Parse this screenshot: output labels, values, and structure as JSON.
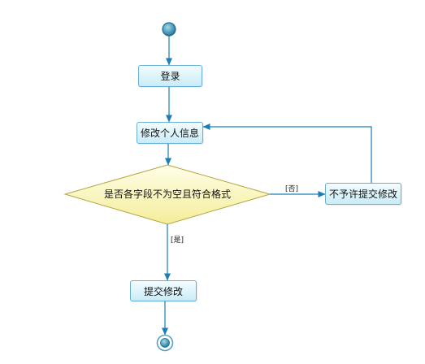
{
  "diagram": {
    "nodes": {
      "login": "登录",
      "edit_info": "修改个人信息",
      "decision": "是否各字段不为空且符合格式",
      "reject": "不予许提交修改",
      "submit": "提交修改"
    },
    "guards": {
      "no": "[否]",
      "yes": "[是]"
    }
  },
  "colors": {
    "edge": "#1d7db5",
    "action_border": "#68aed6",
    "action_fill_top": "#f3fcff",
    "action_fill_bottom": "#c9ecf7",
    "decision_border": "#b3a540",
    "decision_fill_top": "#fffee8",
    "decision_fill_bottom": "#f4ed9a",
    "node_dark": "#1e6e92",
    "node_light": "#9ddcee",
    "final_ring": "#5b9fc3"
  }
}
